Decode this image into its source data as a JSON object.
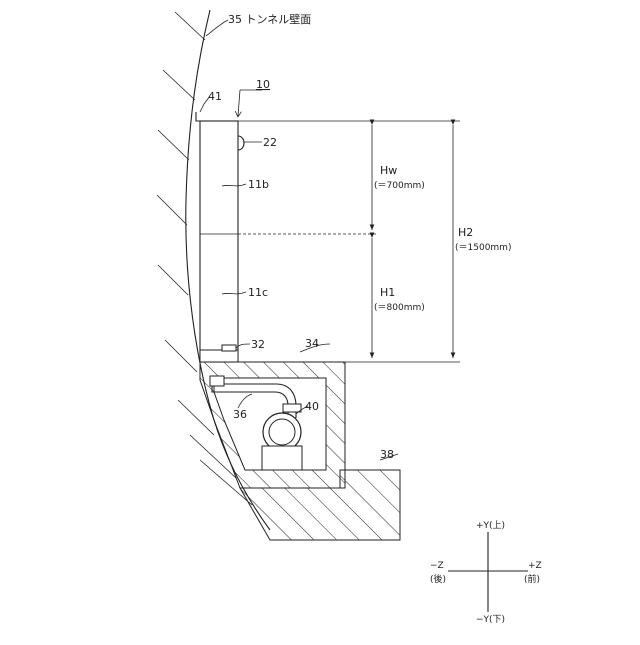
{
  "labels": {
    "tunnel_wall": "35 トンネル壁面",
    "device_ref": "10",
    "ref_41": "41",
    "ref_22": "22",
    "ref_11b": "11b",
    "ref_11c": "11c",
    "ref_32": "32",
    "ref_34": "34",
    "ref_36": "36",
    "ref_40": "40",
    "ref_38": "38",
    "hw_name": "Hw",
    "hw_value": "(＝700mm)",
    "h1_name": "H1",
    "h1_value": "(＝800mm)",
    "h2_name": "H2",
    "h2_value": "(＝1500mm)"
  },
  "axes": {
    "up": "+Y(上)",
    "down": "−Y(下)",
    "left_axis": "−Z",
    "left_sub": "(後)",
    "right_axis": "+Z",
    "right_sub": "(前)"
  }
}
